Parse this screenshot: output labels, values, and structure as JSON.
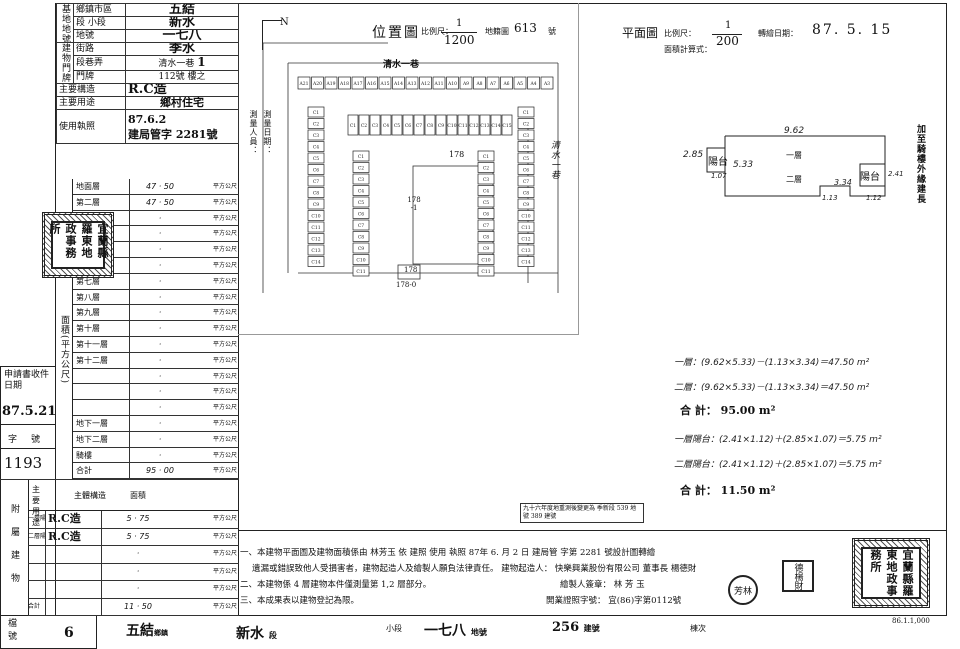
{
  "left_table": {
    "district_label": "鄉鎮市區",
    "district": "五結",
    "section_label": "段",
    "subsection_label": "小段",
    "section": "新水",
    "lot_no_label": "地號",
    "lot_no": "一七八",
    "street_label": "街路",
    "street": "季水",
    "lane_label": "段巷弄",
    "lane": "清水一巷",
    "lane_no": "1",
    "door_no_label": "門牌",
    "door_no": "112號 樓之",
    "main_structure_label": "主要構造",
    "main_structure": "R.C造",
    "main_use_label": "主要用途",
    "main_use": "鄉村住宅",
    "permit_label": "使用執照",
    "permit_date": "87.6.2",
    "permit_no": "建局管字 2281號",
    "floor_area_label": "面積(平方公尺)",
    "floors": [
      {
        "name": "地面層",
        "area": "47 · 50"
      },
      {
        "name": "第二層",
        "area": "47 · 50"
      },
      {
        "name": "",
        "area": "·"
      },
      {
        "name": "",
        "area": "·"
      },
      {
        "name": "",
        "area": "·"
      },
      {
        "name": "",
        "area": "·"
      },
      {
        "name": "第七層",
        "area": "·"
      },
      {
        "name": "第八層",
        "area": "·"
      },
      {
        "name": "第九層",
        "area": "·"
      },
      {
        "name": "第十層",
        "area": "·"
      },
      {
        "name": "第十一層",
        "area": "·"
      },
      {
        "name": "第十二層",
        "area": "·"
      },
      {
        "name": "",
        "area": "·"
      },
      {
        "name": "",
        "area": "·"
      },
      {
        "name": "",
        "area": "·"
      },
      {
        "name": "地下一層",
        "area": "·"
      },
      {
        "name": "地下二層",
        "area": "·"
      },
      {
        "name": "騎樓",
        "area": "·"
      },
      {
        "name": "合計",
        "area": "95 · 00"
      }
    ],
    "unit": "平方公尺",
    "annex_label": "附屬建物",
    "annex_use_label": "主要用途",
    "annex_structure_label": "主體構造",
    "annex_area_label": "面積",
    "annex": [
      {
        "use": "一層陽台",
        "structure": "R.C造",
        "area": "5 · 75"
      },
      {
        "use": "二層陽台",
        "structure": "R.C造",
        "area": "5 · 75"
      },
      {
        "use": "",
        "structure": "",
        "area": "·"
      },
      {
        "use": "",
        "structure": "",
        "area": "·"
      },
      {
        "use": "",
        "structure": "",
        "area": "·"
      },
      {
        "use": "合計",
        "structure": "",
        "area": "11 · 50"
      }
    ]
  },
  "side": {
    "apply_date_label": "申請書收件日期",
    "apply_date": "87.5.21",
    "word_no_label": "字號",
    "word_no": "1193",
    "archive_label": "檔號",
    "archive_no": "6"
  },
  "location_map": {
    "title": "位置圖",
    "scale_label": "比例尺：",
    "scale_num": "1",
    "scale_den": "1200",
    "map_no_label": "地籍圖",
    "map_no": "613",
    "map_no_suffix": "號",
    "north": "N",
    "surveyor_label": "測量人員：",
    "survey_date_label": "測量日期：",
    "road_label": "清水一巷",
    "lot_label": "178",
    "lot_sub": "178\n-1",
    "lot_bottom": "178",
    "lot_corner": "178-0",
    "right_label": "清水一巷",
    "houses_top": [
      "A21",
      "A20",
      "A19",
      "A18",
      "A17",
      "A16",
      "A15",
      "A14",
      "A13",
      "A12",
      "A11",
      "A10",
      "A9",
      "A8",
      "A7",
      "A6",
      "A5",
      "A4",
      "A3"
    ],
    "houses_row2": [
      "C1",
      "C2",
      "C3",
      "C4",
      "C5",
      "C6",
      "C7",
      "C8",
      "C9",
      "C10",
      "C11",
      "C12",
      "C13",
      "C14",
      "C15"
    ]
  },
  "plan": {
    "title": "平面圖",
    "scale_label": "比例尺：",
    "scale_num": "1",
    "scale_den": "200",
    "draw_date_label": "轉繪日期：",
    "draw_date": "87. 5. 15",
    "area_calc_label": "面積計算式：",
    "side_note": "加至騎樓外緣建長",
    "dims": {
      "top": "9.62",
      "left_balcony": "2.85",
      "left_balcony_h": "1.07",
      "depth": "5.33",
      "right_balcony": "2.41",
      "bottom_a": "3.34",
      "bottom_b": "1.13",
      "bottom_c": "1.12"
    },
    "floor1": "一層",
    "floor2": "二層",
    "balcony": "陽台"
  },
  "formulas": [
    "一層：(9.62×5.33)－(1.13×3.34)＝47.50 m²",
    "二層：(9.62×5.33)－(1.13×3.34)＝47.50 m²",
    "合 計： 95.00 m²",
    "一層陽台：(2.41×1.12)＋(2.85×1.07)＝5.75 m²",
    "二層陽台：(2.41×1.12)＋(2.85×1.07)＝5.75 m²",
    "合 計： 11.50 m²"
  ],
  "stamp_small": "九十六年度地重測後變更為 季新段 539 地號 389 建號",
  "notes": {
    "line1": "一、本建物平面圖及建物面積係由 林芳玉 依 建照 使用 執照 87年 6. 月 2 日 建局管 字第 2281 號設計圖轉繪",
    "line1b": "遺漏或錯誤致他人受損害者，建物起造人及繪製人願負法律責任。 建物起造人： 快樂興業股份有限公司 董事長 楊德財",
    "line2": "二、本建物係 4 層建物本件僅測量第 1,2 層部分。",
    "line2b": "繪製人簽章： 林 芳 玉",
    "line3": "三、本成果表以建物登記為限。",
    "line3b": "開業證照字號： 宜(86)字第0112號"
  },
  "footer": {
    "district": "五結",
    "district_suffix": "鄉鎮",
    "section": "新水",
    "section_suffix": "段",
    "subsection_suffix": "小段",
    "lot": "一七八",
    "lot_suffix": "地號",
    "building_no": "256",
    "building_suffix": "建號",
    "batch_label": "棟次",
    "form_code": "86.1.1,000"
  }
}
